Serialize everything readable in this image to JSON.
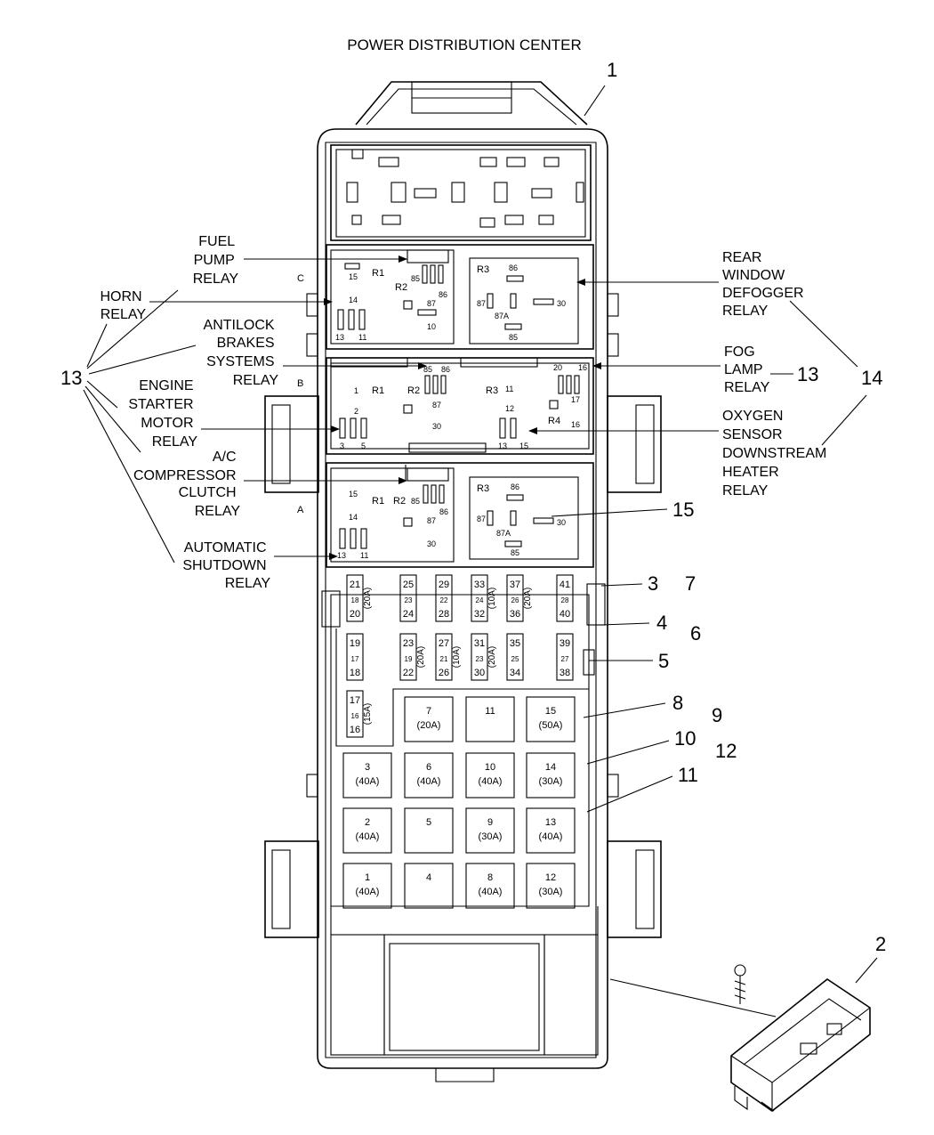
{
  "title": "POWER DISTRIBUTION CENTER",
  "callouts": {
    "c1": "1",
    "c2": "2",
    "c3": "3",
    "c4": "4",
    "c5": "5",
    "c6": "6",
    "c7": "7",
    "c8": "8",
    "c9": "9",
    "c10": "10",
    "c11": "11",
    "c12": "12",
    "c13_left": "13",
    "c13_right": "13",
    "c14": "14",
    "c15": "15"
  },
  "labels": {
    "fuel_pump_relay": [
      "FUEL",
      "PUMP",
      "RELAY"
    ],
    "horn_relay": [
      "HORN",
      "RELAY"
    ],
    "antilock_brakes_relay": [
      "ANTILOCK",
      "BRAKES",
      "SYSTEMS",
      "RELAY"
    ],
    "engine_starter_relay": [
      "ENGINE",
      "STARTER",
      "MOTOR",
      "RELAY"
    ],
    "ac_compressor_relay": [
      "A/C",
      "COMPRESSOR",
      "CLUTCH",
      "RELAY"
    ],
    "auto_shutdown_relay": [
      "AUTOMATIC",
      "SHUTDOWN",
      "RELAY"
    ],
    "rear_window_relay": [
      "REAR",
      "WINDOW",
      "DEFOGGER",
      "RELAY"
    ],
    "fog_lamp_relay": [
      "FOG",
      "LAMP",
      "RELAY"
    ],
    "oxygen_sensor_relay": [
      "OXYGEN",
      "SENSOR",
      "DOWNSTREAM",
      "HEATER",
      "RELAY"
    ]
  },
  "row_letters": {
    "c": "C",
    "b": "B",
    "a": "A"
  },
  "relay_marks": {
    "R1": "R1",
    "R2": "R2",
    "R3": "R3",
    "R4": "R4",
    "p85": "85",
    "p86": "86",
    "p87": "87",
    "p87A": "87A",
    "p30": "30",
    "p1": "1",
    "p2": "2",
    "p3": "3",
    "p5": "5",
    "p10": "10",
    "p11": "11",
    "p12": "12",
    "p13": "13",
    "p14": "14",
    "p15": "15",
    "p16": "16",
    "p17": "17",
    "p20": "20"
  },
  "mini_fuses": [
    {
      "top": "21",
      "mid": "18",
      "bot": "20",
      "side": "(20A)"
    },
    {
      "top": "25",
      "mid": "23",
      "bot": "24",
      "side": ""
    },
    {
      "top": "29",
      "mid": "22",
      "bot": "28",
      "side": ""
    },
    {
      "top": "33",
      "mid": "24",
      "bot": "32",
      "side": "(10A)"
    },
    {
      "top": "37",
      "mid": "26",
      "bot": "36",
      "side": "(20A)"
    },
    {
      "top": "41",
      "mid": "28",
      "bot": "40",
      "side": ""
    },
    {
      "top": "19",
      "mid": "17",
      "bot": "18",
      "side": ""
    },
    {
      "top": "23",
      "mid": "19",
      "bot": "22",
      "side": "(20A)"
    },
    {
      "top": "27",
      "mid": "21",
      "bot": "26",
      "side": "(10A)"
    },
    {
      "top": "31",
      "mid": "23",
      "bot": "30",
      "side": "(20A)"
    },
    {
      "top": "35",
      "mid": "25",
      "bot": "34",
      "side": ""
    },
    {
      "top": "39",
      "mid": "27",
      "bot": "38",
      "side": ""
    },
    {
      "top": "17",
      "mid": "16",
      "bot": "16",
      "side": "(15A)"
    }
  ],
  "maxi_fuses": [
    {
      "num": "7",
      "amp": "(20A)"
    },
    {
      "num": "11",
      "amp": ""
    },
    {
      "num": "15",
      "amp": "(50A)"
    },
    {
      "num": "3",
      "amp": "(40A)"
    },
    {
      "num": "6",
      "amp": "(40A)"
    },
    {
      "num": "10",
      "amp": "(40A)"
    },
    {
      "num": "14",
      "amp": "(30A)"
    },
    {
      "num": "2",
      "amp": "(40A)"
    },
    {
      "num": "5",
      "amp": ""
    },
    {
      "num": "9",
      "amp": "(30A)"
    },
    {
      "num": "13",
      "amp": "(40A)"
    },
    {
      "num": "1",
      "amp": "(40A)"
    },
    {
      "num": "4",
      "amp": ""
    },
    {
      "num": "8",
      "amp": "(40A)"
    },
    {
      "num": "12",
      "amp": "(30A)"
    }
  ]
}
